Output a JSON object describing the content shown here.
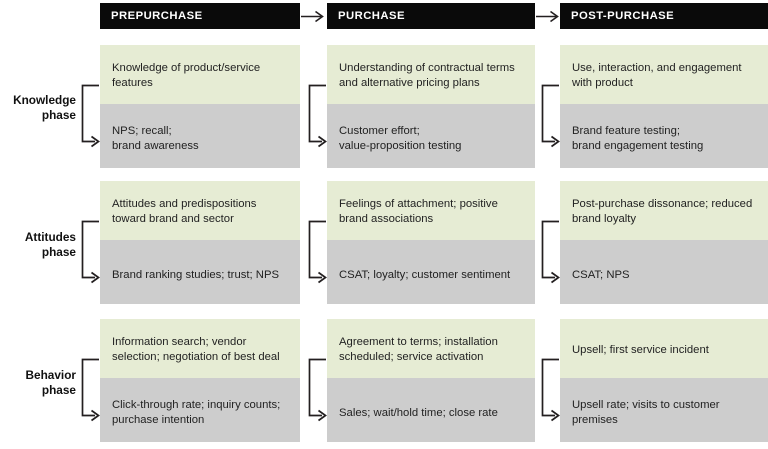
{
  "headers": [
    {
      "label": "PREPURCHASE",
      "name": "prepurchase"
    },
    {
      "label": "PURCHASE",
      "name": "purchase"
    },
    {
      "label": "POST-PURCHASE",
      "name": "post-purchase"
    }
  ],
  "arrows": {
    "icon": "arrow-right-icon",
    "count": 2
  },
  "rows": [
    {
      "label_line1": "Knowledge",
      "label_line2": "phase",
      "cells": [
        {
          "experience": "Knowledge of product/service features",
          "metric": "NPS; recall;\nbrand awareness"
        },
        {
          "experience": "Understanding of contractual terms and alternative pricing plans",
          "metric": "Customer effort;\nvalue-proposition testing"
        },
        {
          "experience": "Use, interaction, and engagement with product",
          "metric": "Brand feature testing;\nbrand engagement testing"
        }
      ]
    },
    {
      "label_line1": "Attitudes",
      "label_line2": "phase",
      "cells": [
        {
          "experience": "Attitudes and predispositions toward brand and sector",
          "metric": "Brand ranking studies; trust; NPS"
        },
        {
          "experience": "Feelings of attachment; positive brand associations",
          "metric": "CSAT; loyalty; customer sentiment"
        },
        {
          "experience": "Post-purchase dissonance; reduced brand loyalty",
          "metric": "CSAT; NPS"
        }
      ]
    },
    {
      "label_line1": "Behavior",
      "label_line2": "phase",
      "cells": [
        {
          "experience": "Information search; vendor selection; negotiation of best deal",
          "metric": "Click-through rate; inquiry counts;\npurchase intention"
        },
        {
          "experience": "Agreement to terms; installation scheduled; service activation",
          "metric": "Sales; wait/hold time; close rate"
        },
        {
          "experience": "Upsell; first service incident",
          "metric": "Upsell rate; visits to customer premises"
        }
      ]
    }
  ],
  "colors": {
    "header_bg": "#0a0a0a",
    "header_text": "#ffffff",
    "experience_bg": "#e6ecd4",
    "metric_bg": "#cdcdcd",
    "body_text": "#222222",
    "connector": "#231f20"
  }
}
